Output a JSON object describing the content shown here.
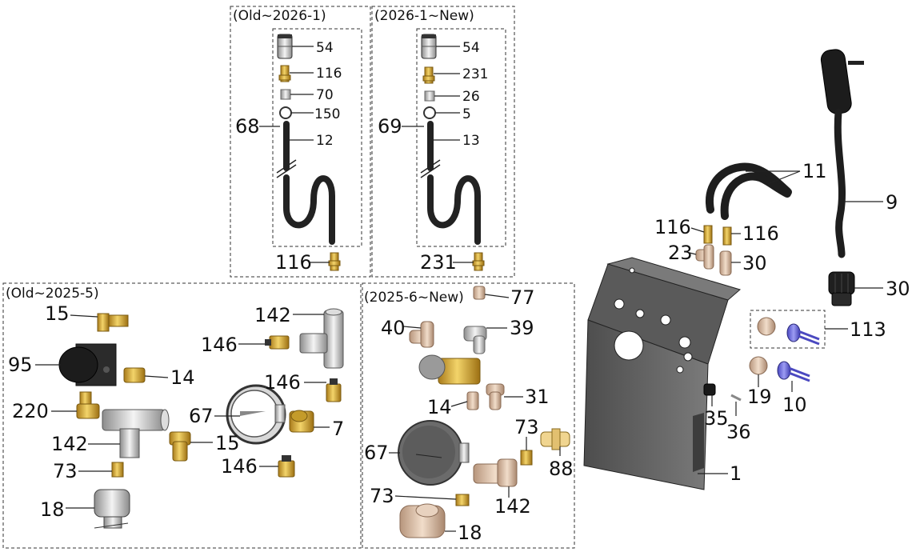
{
  "panels": {
    "old_hose": {
      "caption": "(Old~2026-1)",
      "assembly_label": "68",
      "parts": [
        "54",
        "116",
        "70",
        "150",
        "12"
      ],
      "fitting_label": "116"
    },
    "new_hose": {
      "caption": "(2026-1~New)",
      "assembly_label": "69",
      "parts": [
        "54",
        "231",
        "26",
        "5",
        "13"
      ],
      "fitting_label": "231"
    },
    "old_gauge": {
      "caption": "(Old~2025-5)",
      "labels": {
        "elbow_top": "15",
        "regulator": "95",
        "nut": "14",
        "elbow_brass": "220",
        "tee": "142",
        "bushing": "73",
        "valve": "18",
        "tee_top": "142",
        "fitting_top": "146",
        "gauge": "67",
        "fitting_mid": "146",
        "elbow_right": "7",
        "elbow_low": "15",
        "fitting_low": "146"
      }
    },
    "new_gauge": {
      "caption": "(2025-6~New)",
      "labels": {
        "cap": "77",
        "elbow_left": "40",
        "elbow_right": "39",
        "nut": "14",
        "fitting": "31",
        "gauge": "67",
        "bushing_top": "73",
        "adapter": "88",
        "tee": "142",
        "bushing_low": "73",
        "valve": "18"
      }
    },
    "bracket": {
      "labels": {
        "hoses": "11",
        "cord": "9",
        "fitting_l": "116",
        "fitting_r": "116",
        "elbow_l": "23",
        "elbow_r": "30",
        "gland": "30",
        "kit": "113",
        "knob": "19",
        "clip": "10",
        "screw": "35",
        "pin": "36",
        "plate": "1"
      }
    }
  }
}
